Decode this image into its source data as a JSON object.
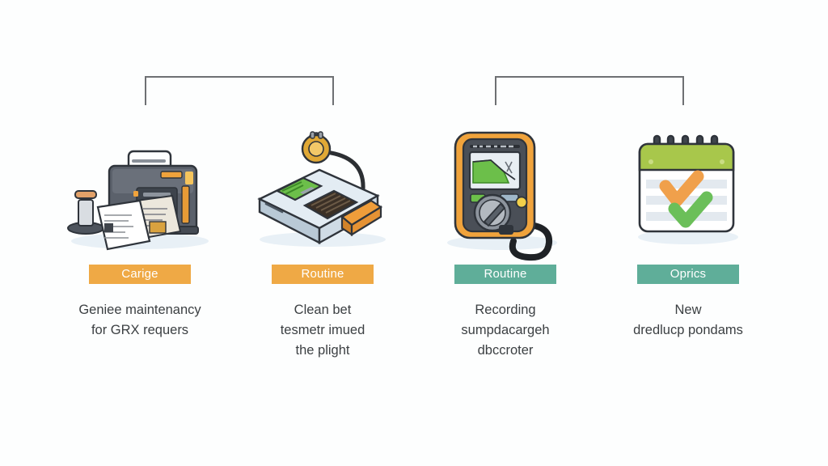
{
  "background_color": "#fdfefe",
  "connectors": {
    "count": 2,
    "color": "#6e7073",
    "left_label": "bracket-left",
    "right_label": "bracket-right"
  },
  "palette": {
    "badge_orange": "#efa945",
    "badge_teal": "#5fae99",
    "caption_text": "#3c4043",
    "shadow_blue": "#e8f0f6",
    "calendar_green": "#a8c74b",
    "check_orange": "#f0a04b",
    "check_green": "#6bbf59",
    "device_orange": "#f0a33c",
    "device_gray": "#4a4f57",
    "screen_green": "#6cbf4a",
    "meter_blue": "#c8d7e3"
  },
  "columns": [
    {
      "icon": "field-tester-case-with-documents-icon",
      "badge": {
        "label": "Carige",
        "style": "orange"
      },
      "caption_lines": [
        "Geniee maintenancy",
        "for GRX requers"
      ]
    },
    {
      "icon": "handheld-meter-with-probe-icon",
      "badge": {
        "label": "Routine",
        "style": "orange"
      },
      "caption_lines": [
        "Clean bet",
        "tesmetr imued",
        "the plight"
      ]
    },
    {
      "icon": "digital-multimeter-with-graph-icon",
      "badge": {
        "label": "Routine",
        "style": "teal"
      },
      "caption_lines": [
        "Recording",
        "sumpdacargeh",
        "dbccroter"
      ]
    },
    {
      "icon": "calendar-with-checkmarks-icon",
      "badge": {
        "label": "Oprics",
        "style": "teal"
      },
      "caption_lines": [
        "New",
        "dredlucp pondams"
      ]
    }
  ]
}
